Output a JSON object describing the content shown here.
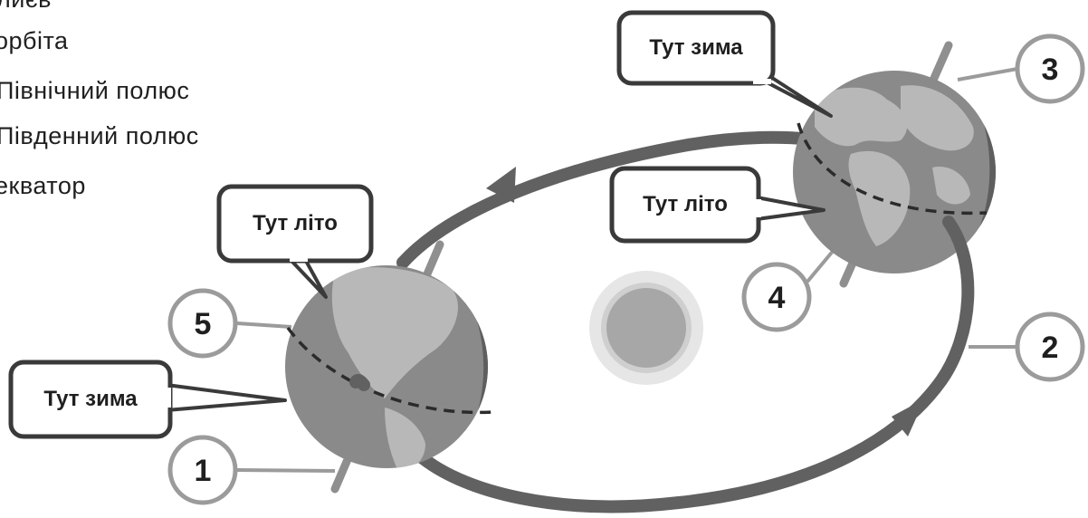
{
  "legend": {
    "items": [
      "лиєв",
      "орбіта",
      "Північний полюс",
      "Південний полюс",
      "екватор"
    ]
  },
  "callouts": {
    "left_summer": "Тут літо",
    "left_winter": "Тут зима",
    "right_winter": "Тут зима",
    "right_summer": "Тут літо"
  },
  "markers": {
    "m1": "1",
    "m2": "2",
    "m3": "3",
    "m4": "4",
    "m5": "5"
  },
  "colors": {
    "orbit": "#616161",
    "globe": "#8a8a8a",
    "continent": "#b8b8b8",
    "sun_core": "#a7a7a7",
    "sun_glow": "#e6e6e6",
    "marker_ring": "#9b9b9b"
  }
}
